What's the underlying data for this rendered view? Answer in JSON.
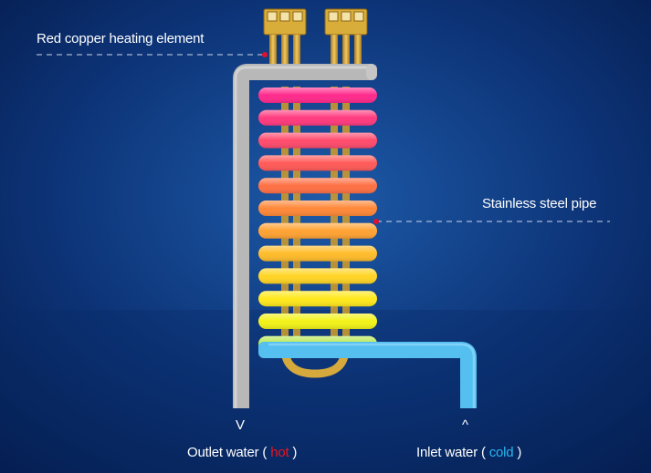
{
  "labels": {
    "heating_element": "Red copper heating element",
    "steel_pipe": "Stainless steel pipe",
    "outlet_prefix": "Outlet water ( ",
    "outlet_state": "hot",
    "outlet_suffix": " )",
    "inlet_prefix": "Inlet water ( ",
    "inlet_state": "cold",
    "inlet_suffix": " )",
    "down_arrow": "V",
    "up_arrow": "^"
  },
  "colors": {
    "background_center": "#1d5aa8",
    "background_edge": "#041a4a",
    "hot_pipe": "#b8b8b8",
    "cold_pipe": "#55bff0",
    "copper": "#d6a93c",
    "hot_text": "#e8141c",
    "cold_text": "#29b6f0",
    "marker_dot": "#e01030",
    "coil_gradient": [
      "#ff2a8c",
      "#ff3a7e",
      "#ff4a6c",
      "#ff5a58",
      "#ff7044",
      "#ff8838",
      "#ffa232",
      "#ffbc2a",
      "#ffd424",
      "#ffe81c",
      "#f2f218",
      "#b8e850"
    ]
  }
}
